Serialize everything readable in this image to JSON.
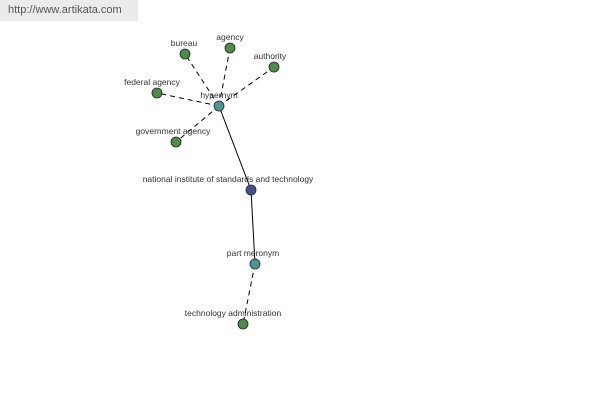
{
  "site_link": "http://www.artikata.com",
  "graph": {
    "nodes": [
      {
        "id": "bureau",
        "label": "bureau",
        "kind": "leaf"
      },
      {
        "id": "agency",
        "label": "agency",
        "kind": "leaf"
      },
      {
        "id": "authority",
        "label": "authority",
        "kind": "leaf"
      },
      {
        "id": "federal-agency",
        "label": "federal agency",
        "kind": "leaf"
      },
      {
        "id": "hypernym",
        "label": "hypernym",
        "kind": "relation"
      },
      {
        "id": "government-agency",
        "label": "government agency",
        "kind": "leaf"
      },
      {
        "id": "nist",
        "label": "national institute of standards and technology",
        "kind": "root"
      },
      {
        "id": "part-meronym",
        "label": "part meronym",
        "kind": "relation"
      },
      {
        "id": "technology-administration",
        "label": "technology administration",
        "kind": "leaf"
      }
    ],
    "edges": [
      {
        "from": "nist",
        "to": "hypernym",
        "style": "solid"
      },
      {
        "from": "nist",
        "to": "part-meronym",
        "style": "solid"
      },
      {
        "from": "hypernym",
        "to": "bureau",
        "style": "dashed"
      },
      {
        "from": "hypernym",
        "to": "agency",
        "style": "dashed"
      },
      {
        "from": "hypernym",
        "to": "authority",
        "style": "dashed"
      },
      {
        "from": "hypernym",
        "to": "federal-agency",
        "style": "dashed"
      },
      {
        "from": "hypernym",
        "to": "government-agency",
        "style": "dashed"
      },
      {
        "from": "part-meronym",
        "to": "technology-administration",
        "style": "dashed"
      }
    ]
  },
  "colors": {
    "leaf": "#4f8a4b",
    "relation": "#4c9296",
    "root": "#46528f",
    "node_stroke": "#1e2a1e",
    "edge": "#000000",
    "label": "#333333"
  }
}
